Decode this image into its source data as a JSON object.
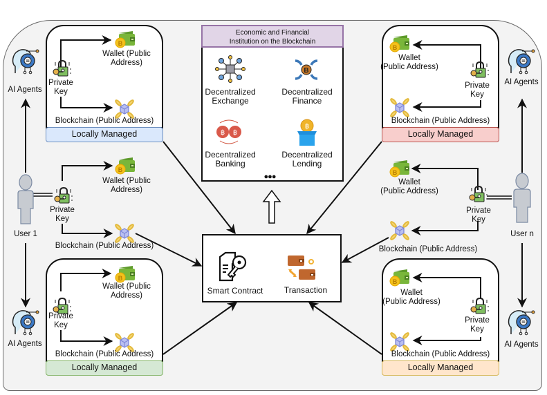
{
  "diagram": {
    "finance_box": {
      "title": "Economic and Financial Institution on the Blockchain",
      "title_line1": "Economic and Financial",
      "title_line2": "Institution on the Blockchain",
      "header_color": "#e1d5e7",
      "header_border": "#9673a6",
      "items": [
        {
          "line1": "Decentralized",
          "line2": "Exchange",
          "icon": "network-cube-icon"
        },
        {
          "line1": "Decentralized",
          "line2": "Finance",
          "icon": "bitcoin-arrows-icon"
        },
        {
          "line1": "Decentralized",
          "line2": "Banking",
          "icon": "bitcoin-exchange-icon"
        },
        {
          "line1": "Decentralized",
          "line2": "Lending",
          "icon": "bitcoin-box-icon"
        }
      ],
      "more": "●●●"
    },
    "center_box": {
      "smart_contract": "Smart Contract",
      "transaction": "Transaction"
    },
    "users": [
      {
        "label": "User 1"
      },
      {
        "label": "User n"
      }
    ],
    "agents_label": "AI Agents",
    "private_key_line1": "Private",
    "private_key_line2": "Key",
    "wallet_label_a1": "Wallet (Public",
    "wallet_label_a2": "Address)",
    "wallet_label_b1": "Wallet",
    "wallet_label_b2": "(Public Address)",
    "blockchain_label": "Blockchain (Public Address)",
    "locally_managed": "Locally Managed",
    "panels": [
      {
        "position": "top-left",
        "fill": "#dae8fc",
        "stroke": "#6c8ebf"
      },
      {
        "position": "top-right",
        "fill": "#f8cecc",
        "stroke": "#b85450"
      },
      {
        "position": "bottom-left",
        "fill": "#d5e8d4",
        "stroke": "#82b366"
      },
      {
        "position": "bottom-right",
        "fill": "#ffe6cc",
        "stroke": "#d6b656"
      }
    ]
  }
}
